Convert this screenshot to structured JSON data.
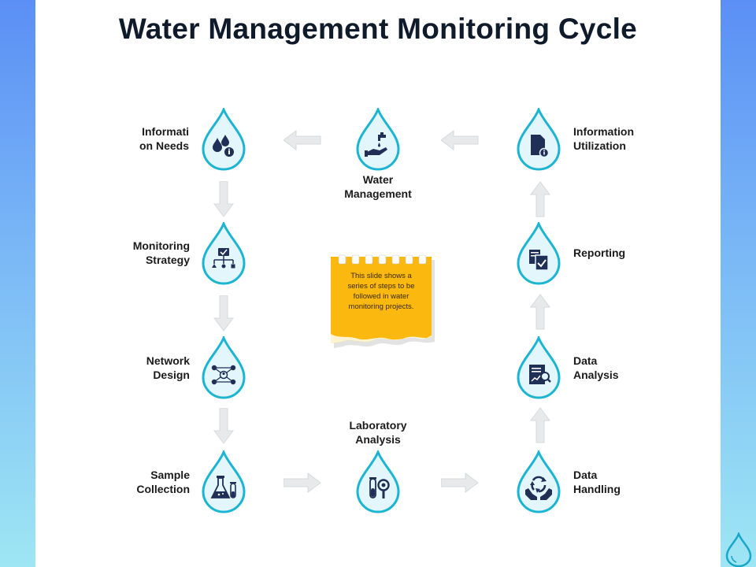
{
  "title": "Water Management Monitoring Cycle",
  "colors": {
    "drop_stroke": "#1cb5d1",
    "drop_fill": "#e3f6fb",
    "icon": "#1f2f55",
    "note": "#fbb80f",
    "arrow": "#e6e8ea"
  },
  "steps": {
    "water_management": "Water\nManagement",
    "information_utilization": "Information\nUtilization",
    "reporting": "Reporting",
    "data_analysis": "Data\nAnalysis",
    "data_handling": "Data\nHandling",
    "laboratory_analysis": "Laboratory\nAnalysis",
    "sample_collection": "Sample\nCollection",
    "network_design": "Network\nDesign",
    "monitoring_strategy": "Monitoring\nStrategy",
    "information_needs": "Informati\non Needs"
  },
  "icons": {
    "information_needs": "water-drops-info-icon",
    "water_management": "faucet-hand-icon",
    "information_utilization": "document-info-icon",
    "monitoring_strategy": "hierarchy-check-icon",
    "reporting": "documents-check-icon",
    "network_design": "network-people-icon",
    "data_analysis": "report-magnifier-icon",
    "sample_collection": "lab-flasks-icon",
    "laboratory_analysis": "test-tube-magnifier-icon",
    "data_handling": "hands-recycle-icon"
  },
  "note": {
    "text": "This slide shows a series of steps to be followed in water monitoring projects."
  }
}
